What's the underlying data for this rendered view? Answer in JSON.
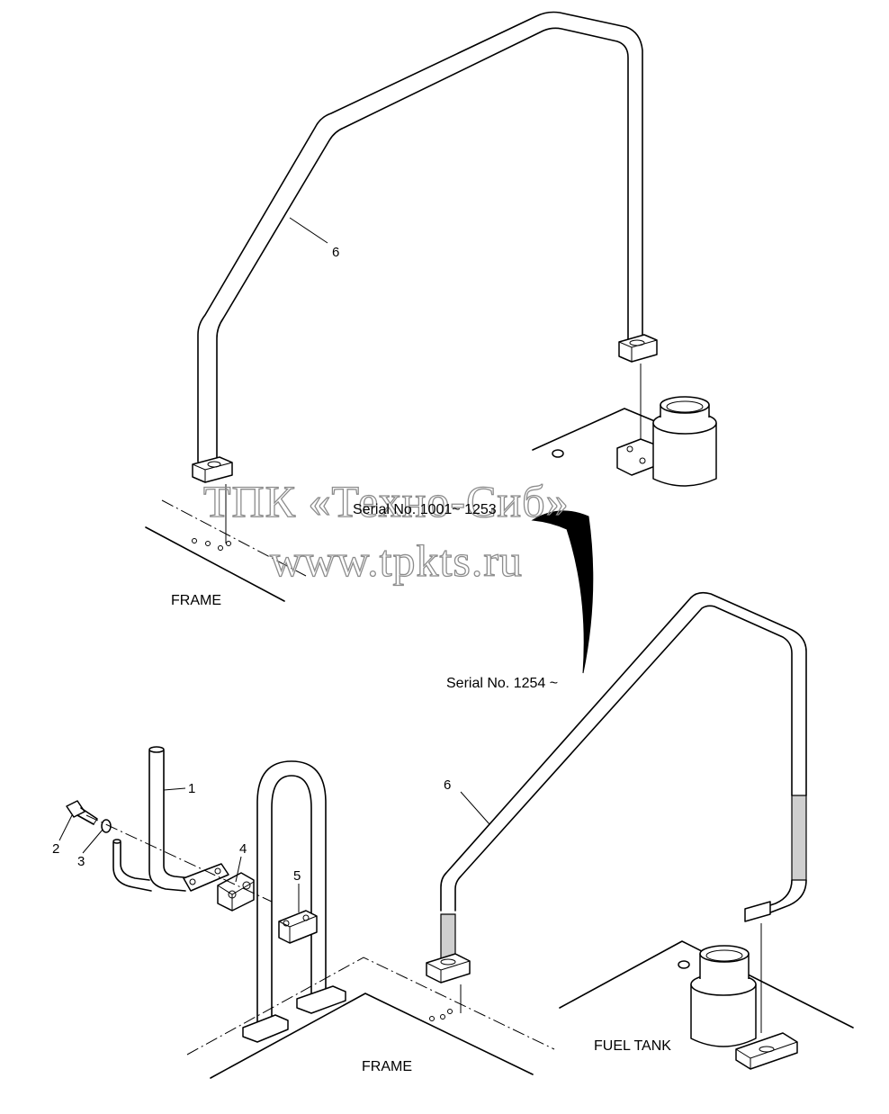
{
  "watermark": {
    "line1": "ТПК «Техно-Сиб»",
    "line2": "www.tpkts.ru"
  },
  "labels": {
    "serial_old": "Serial No. 1001~ 1253",
    "serial_new": "Serial No. 1254 ~",
    "frame_top": "FRAME",
    "frame_bottom": "FRAME",
    "fuel_tank": "FUEL TANK"
  },
  "callouts": {
    "p1": "1",
    "p2": "2",
    "p3": "3",
    "p4": "4",
    "p5": "5",
    "p6_top": "6",
    "p6_bottom": "6"
  }
}
